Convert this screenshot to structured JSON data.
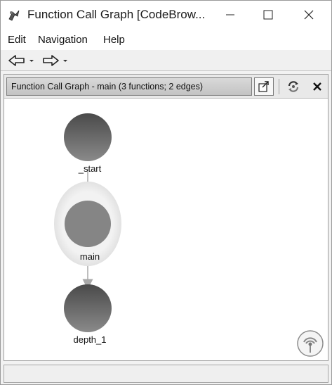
{
  "window": {
    "title": "Function Call Graph [CodeBrow..."
  },
  "menu": {
    "items": [
      "Edit",
      "Navigation",
      "Help"
    ]
  },
  "toolbar": {
    "back_icon": "arrow-left-icon",
    "forward_icon": "arrow-right-icon"
  },
  "panel": {
    "title": "Function Call Graph - main (3 functions; 2 edges)",
    "buttons": [
      "export-icon",
      "refresh-icon",
      "close-icon"
    ]
  },
  "graph": {
    "nodes": [
      {
        "label": "_start"
      },
      {
        "label": "main",
        "selected": true
      },
      {
        "label": "depth_1"
      }
    ],
    "edges": [
      {
        "from": "_start",
        "to": "main"
      },
      {
        "from": "main",
        "to": "depth_1"
      }
    ]
  },
  "status": {
    "text": ""
  },
  "colors": {
    "node_top": "#4a4a4a",
    "node_bottom": "#8a8a8a",
    "edge": "#a8a8a8",
    "selection_halo": "#eeeeee"
  }
}
